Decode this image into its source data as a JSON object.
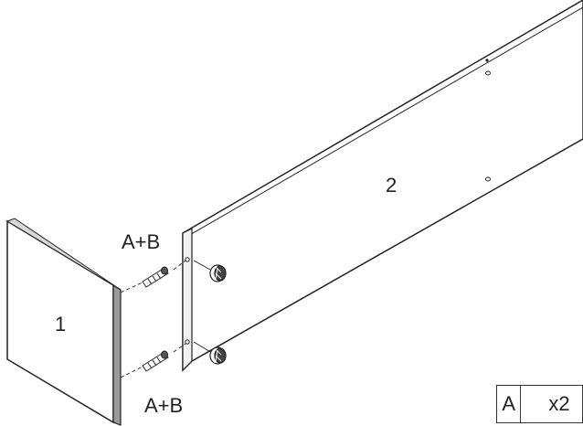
{
  "parts": {
    "panel_1": "1",
    "panel_2": "2"
  },
  "callouts": {
    "top": "A+B",
    "bottom": "A+B"
  },
  "legend": {
    "key": "A",
    "qty": "x2"
  },
  "colors": {
    "line": "#222222",
    "face": "#ffffff",
    "edge": "#9a9a9a"
  },
  "icons": [
    "cam-lock-icon",
    "dowel-screw-icon"
  ]
}
